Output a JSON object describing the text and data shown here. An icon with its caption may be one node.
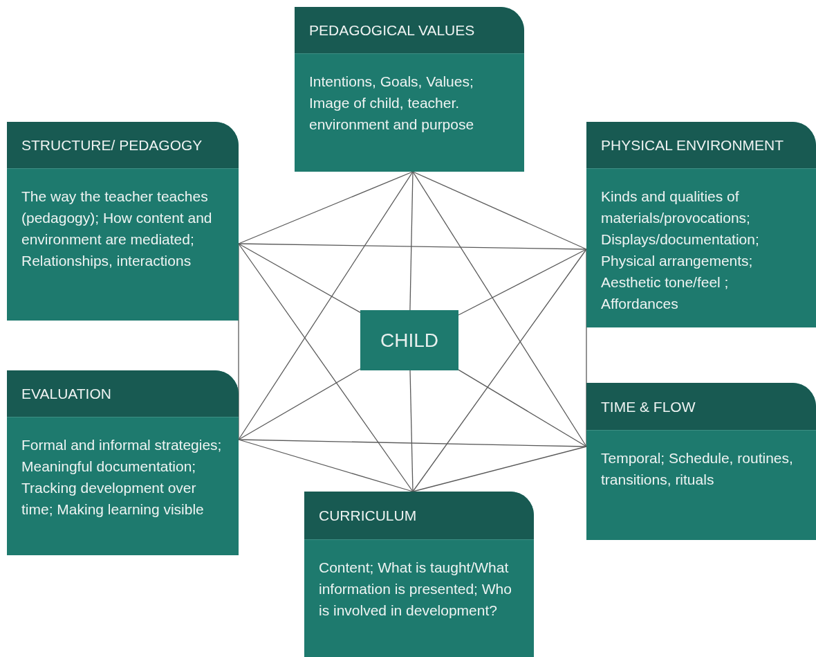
{
  "diagram": {
    "nodes": [
      {
        "text": [
          "PEDAGOGICAL VALUES",
          "Intentions, Goals, Values; Image of child, teacher. environment and purpose"
        ]
      },
      {
        "text": [
          "STRUCTURE/ PEDAGOGY",
          "The way the teacher teaches (pedagogy); How content and environment are mediated; Relationships, interactions"
        ]
      },
      {
        "text": [
          "PHYSICAL ENVIRONMENT",
          "Kinds and qualities of materials/provocations; Displays/documentation; Physical arrangements; Aesthetic tone/feel ; Affordances"
        ]
      },
      {
        "text": [
          "CHILD"
        ]
      },
      {
        "text": [
          "EVALUATION",
          "Formal and informal strategies; Meaningful documentation; Tracking development over time; Making learning visible"
        ]
      },
      {
        "text": [
          "TIME & FLOW",
          "Temporal; Schedule, routines, transitions, rituals"
        ]
      },
      {
        "text": [
          "CURRICULUM",
          "Content; What is taught/What information is presented; Who is involved in development?"
        ]
      }
    ],
    "edges": [
      {
        "from": 0,
        "to": 1,
        "arrow": "none"
      },
      {
        "from": 0,
        "to": 2,
        "arrow": "none"
      },
      {
        "from": 0,
        "to": 4,
        "arrow": "none"
      },
      {
        "from": 0,
        "to": 5,
        "arrow": "none"
      },
      {
        "from": 0,
        "to": 3,
        "arrow": "none"
      },
      {
        "from": 1,
        "to": 2,
        "arrow": "none"
      },
      {
        "from": 1,
        "to": 4,
        "arrow": "none"
      },
      {
        "from": 1,
        "to": 6,
        "arrow": "none"
      },
      {
        "from": 1,
        "to": 3,
        "arrow": "none"
      },
      {
        "from": 2,
        "to": 5,
        "arrow": "none"
      },
      {
        "from": 2,
        "to": 6,
        "arrow": "none"
      },
      {
        "from": 2,
        "to": 3,
        "arrow": "none"
      },
      {
        "from": 4,
        "to": 5,
        "arrow": "none"
      },
      {
        "from": 4,
        "to": 6,
        "arrow": "none"
      },
      {
        "from": 4,
        "to": 3,
        "arrow": "none"
      },
      {
        "from": 5,
        "to": 6,
        "arrow": "none"
      },
      {
        "from": 5,
        "to": 3,
        "arrow": "none"
      },
      {
        "from": 6,
        "to": 3,
        "arrow": "none"
      }
    ]
  }
}
